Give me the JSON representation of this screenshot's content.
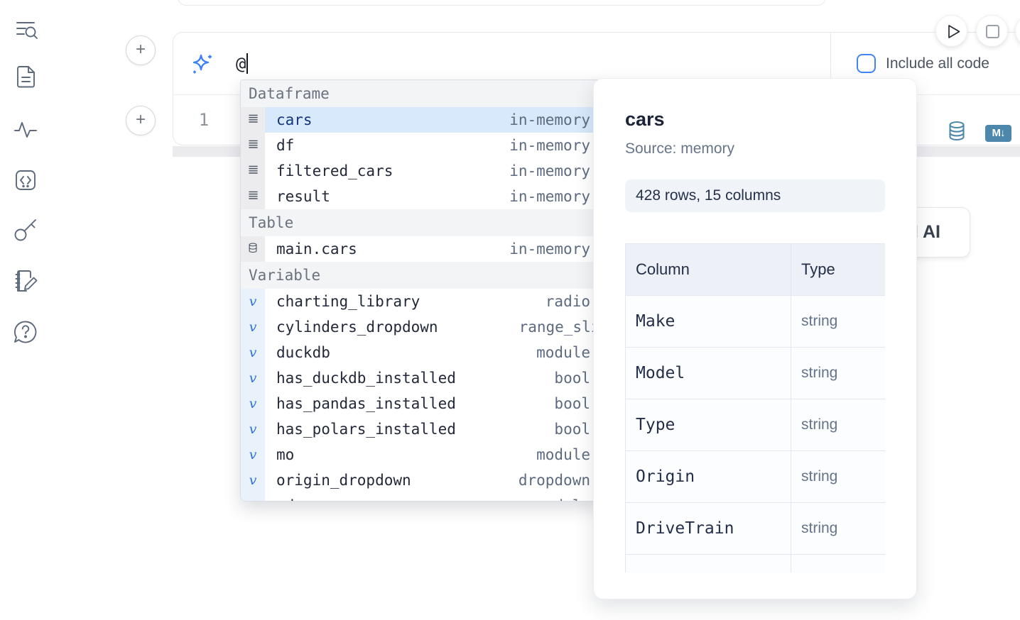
{
  "colors": {
    "accent_blue": "#4285f4",
    "steel_blue": "#4e87ac",
    "selected_row_bg": "#d8e9fb",
    "popup_header_bg": "#f3f4f6",
    "pill_bg": "#f0f4f8",
    "table_header_bg": "#edf1f7"
  },
  "sidebar": {
    "icons": [
      "search-list-icon",
      "file-icon",
      "activity-icon",
      "code-snippet-icon",
      "key-icon",
      "notebook-edit-icon",
      "help-chat-icon"
    ]
  },
  "cell_toolbar": {
    "run_icon": "play",
    "stop_icon": "stop",
    "include_all_code_label": "Include all code",
    "checkbox_checked": false
  },
  "add_cell": {
    "top_label": "+",
    "bottom_label": "+"
  },
  "prompt": {
    "icon": "sparkles",
    "value": "@"
  },
  "editor": {
    "line_number": "1"
  },
  "cell_actions": {
    "datasource_icon": "database",
    "markdown_icon": "M↓"
  },
  "completion": {
    "sections": [
      {
        "label": "Dataframe",
        "kind": "dataframe",
        "items": [
          {
            "name": "cars",
            "type": "in-memory",
            "icon": "rows",
            "selected": true
          },
          {
            "name": "df",
            "type": "in-memory",
            "icon": "rows"
          },
          {
            "name": "filtered_cars",
            "type": "in-memory",
            "icon": "rows"
          },
          {
            "name": "result",
            "type": "in-memory",
            "icon": "rows"
          }
        ]
      },
      {
        "label": "Table",
        "kind": "table",
        "items": [
          {
            "name": "main.cars",
            "type": "in-memory",
            "icon": "database"
          }
        ]
      },
      {
        "label": "Variable",
        "kind": "variable",
        "items": [
          {
            "name": "charting_library",
            "type": "radio",
            "icon": "variable"
          },
          {
            "name": "cylinders_dropdown",
            "type": "range_slid",
            "icon": "variable",
            "type_overflow": true
          },
          {
            "name": "duckdb",
            "type": "module",
            "icon": "variable"
          },
          {
            "name": "has_duckdb_installed",
            "type": "bool",
            "icon": "variable"
          },
          {
            "name": "has_pandas_installed",
            "type": "bool",
            "icon": "variable"
          },
          {
            "name": "has_polars_installed",
            "type": "bool",
            "icon": "variable"
          },
          {
            "name": "mo",
            "type": "module",
            "icon": "variable"
          },
          {
            "name": "origin_dropdown",
            "type": "dropdown",
            "icon": "variable"
          },
          {
            "name": "pd",
            "type": "module",
            "icon": "variable"
          }
        ]
      }
    ]
  },
  "details": {
    "title": "cars",
    "source": "Source: memory",
    "shape": "428 rows, 15 columns",
    "table": {
      "headers": [
        "Column",
        "Type"
      ],
      "rows": [
        [
          "Make",
          "string"
        ],
        [
          "Model",
          "string"
        ],
        [
          "Type",
          "string"
        ],
        [
          "Origin",
          "string"
        ],
        [
          "DriveTrain",
          "string"
        ]
      ],
      "partial_row": true
    }
  },
  "ai_button": {
    "visible_text": "l AI"
  }
}
